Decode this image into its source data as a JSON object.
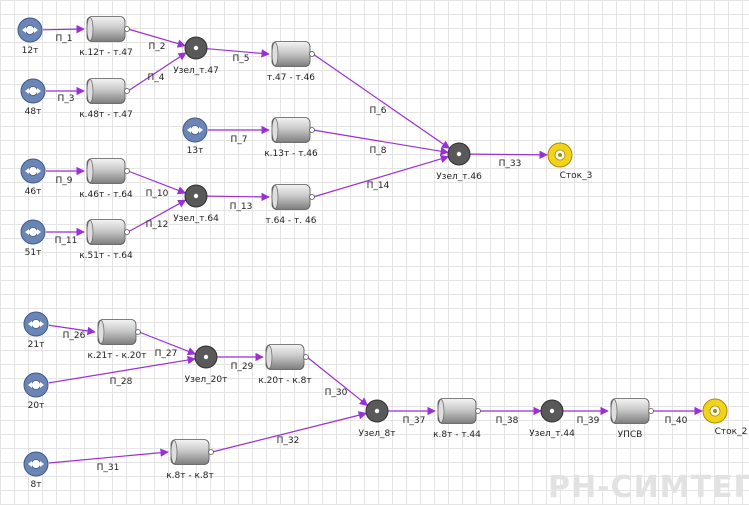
{
  "colors": {
    "pipe": "#9b2fd6",
    "source_fill": "#6b86b5",
    "node_fill": "#595959",
    "sink_fill": "#f2d21b",
    "valve_light": "#f2f2f2",
    "valve_dark": "#8a8a8a"
  },
  "watermark": "РН-СИМТЕП",
  "sources": [
    {
      "id": "s12",
      "label": "12т"
    },
    {
      "id": "s48",
      "label": "48т"
    },
    {
      "id": "s13",
      "label": "13т"
    },
    {
      "id": "s46",
      "label": "46т"
    },
    {
      "id": "s51",
      "label": "51т"
    },
    {
      "id": "s21",
      "label": "21т"
    },
    {
      "id": "s20",
      "label": "20т"
    },
    {
      "id": "s8",
      "label": "8т"
    }
  ],
  "valves": [
    {
      "id": "v1",
      "label": "к.12т - т.47"
    },
    {
      "id": "v2",
      "label": "к.48т - т.47"
    },
    {
      "id": "v3",
      "label": "т.47 - т.46"
    },
    {
      "id": "v4",
      "label": "к.13т - т.46"
    },
    {
      "id": "v5",
      "label": "к.46т - т.64"
    },
    {
      "id": "v6",
      "label": "т.64 - т. 46"
    },
    {
      "id": "v7",
      "label": "к.51т - т.64"
    },
    {
      "id": "v8",
      "label": "к.21т - к.20т"
    },
    {
      "id": "v9",
      "label": "к.20т - к.8т"
    },
    {
      "id": "v10",
      "label": "к.8т - т.44"
    },
    {
      "id": "v11",
      "label": "УПСВ"
    },
    {
      "id": "v12",
      "label": "к.8т - к.8т"
    }
  ],
  "nodes": [
    {
      "id": "n47",
      "label": "Узел_т.47"
    },
    {
      "id": "n64",
      "label": "Узел_т.64"
    },
    {
      "id": "n46",
      "label": "Узел_т.46"
    },
    {
      "id": "n20",
      "label": "Узел_20т"
    },
    {
      "id": "n8",
      "label": "Узел_8т"
    },
    {
      "id": "n44",
      "label": "Узел_т.44"
    }
  ],
  "sinks": [
    {
      "id": "k3",
      "label": "Сток_3"
    },
    {
      "id": "k2",
      "label": "Сток_2"
    }
  ],
  "pipes": [
    {
      "id": "p1",
      "label": "П_1",
      "from": "s12",
      "to": "v1"
    },
    {
      "id": "p2",
      "label": "П_2",
      "from": "v1",
      "to": "n47"
    },
    {
      "id": "p3",
      "label": "П_3",
      "from": "s48",
      "to": "v2"
    },
    {
      "id": "p4",
      "label": "П_4",
      "from": "v2",
      "to": "n47"
    },
    {
      "id": "p5",
      "label": "П_5",
      "from": "n47",
      "to": "v3"
    },
    {
      "id": "p6",
      "label": "П_6",
      "from": "v3",
      "to": "n46"
    },
    {
      "id": "p7",
      "label": "П_7",
      "from": "s13",
      "to": "v4"
    },
    {
      "id": "p8",
      "label": "П_8",
      "from": "v4",
      "to": "n46"
    },
    {
      "id": "p9",
      "label": "П_9",
      "from": "s46",
      "to": "v5"
    },
    {
      "id": "p10",
      "label": "П_10",
      "from": "v5",
      "to": "n64"
    },
    {
      "id": "p11",
      "label": "П_11",
      "from": "s51",
      "to": "v7"
    },
    {
      "id": "p12",
      "label": "П_12",
      "from": "v7",
      "to": "n64"
    },
    {
      "id": "p13",
      "label": "П_13",
      "from": "n64",
      "to": "v6"
    },
    {
      "id": "p14",
      "label": "П_14",
      "from": "v6",
      "to": "n46"
    },
    {
      "id": "p33",
      "label": "П_33",
      "from": "n46",
      "to": "k3"
    },
    {
      "id": "p26",
      "label": "П_26",
      "from": "s21",
      "to": "v8"
    },
    {
      "id": "p27",
      "label": "П_27",
      "from": "v8",
      "to": "n20"
    },
    {
      "id": "p28",
      "label": "П_28",
      "from": "s20",
      "to": "n20"
    },
    {
      "id": "p29",
      "label": "П_29",
      "from": "n20",
      "to": "v9"
    },
    {
      "id": "p30",
      "label": "П_30",
      "from": "v9",
      "to": "n8"
    },
    {
      "id": "p31",
      "label": "П_31",
      "from": "s8",
      "to": "v12"
    },
    {
      "id": "p32",
      "label": "П_32",
      "from": "v12",
      "to": "n8"
    },
    {
      "id": "p37",
      "label": "П_37",
      "from": "n8",
      "to": "v10"
    },
    {
      "id": "p38",
      "label": "П_38",
      "from": "v10",
      "to": "n44"
    },
    {
      "id": "p39",
      "label": "П_39",
      "from": "n44",
      "to": "v11"
    },
    {
      "id": "p40",
      "label": "П_40",
      "from": "v11",
      "to": "k2"
    }
  ]
}
